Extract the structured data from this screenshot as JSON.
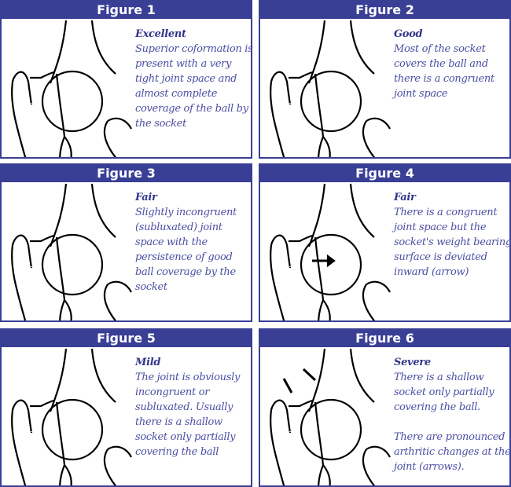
{
  "figures": [
    {
      "title": "Figure 1",
      "grade": "Excellent",
      "text": "Superior coformation is present with a very tight joint space and almost complete coverage of the ball by the socket"
    },
    {
      "title": "Figure 2",
      "grade": "Good",
      "text": "Most of the socket covers the ball and there is a congruent joint space"
    },
    {
      "title": "Figure 3",
      "grade": "Fair",
      "text": "Slightly incongruent (subluxated) joint space with the persistence of good ball coverage by the socket"
    },
    {
      "title": "Figure 4",
      "grade": "Fair",
      "text": "There is a congruent joint space but the socket's weight bearing surface is deviated inward (arrow)"
    },
    {
      "title": "Figure 5",
      "grade": "Mild",
      "text": "The joint is obviously incongruent or subluxated. Usually there is a shallow socket only partially covering the ball"
    },
    {
      "title": "Figure 6",
      "grade": "Severe",
      "text": "There is a shallow socket only partially covering the ball.\n\nThere are pronounced arthritic changes at the joint (arrows)."
    }
  ],
  "colors": {
    "header": "#3a3f96",
    "text": "#4b4fa3"
  }
}
